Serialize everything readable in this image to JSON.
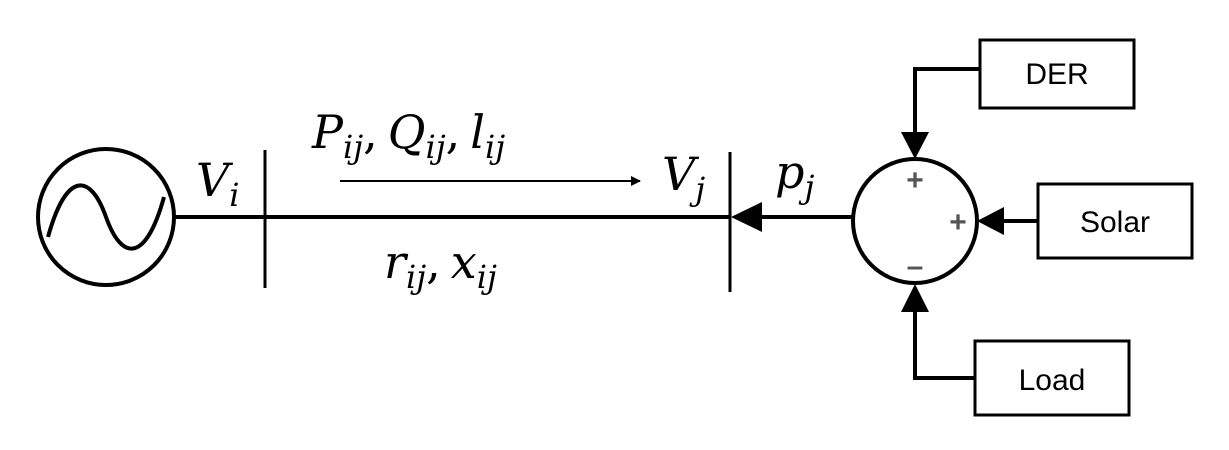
{
  "bus_i": {
    "voltage": {
      "base": "V",
      "sub": "i"
    }
  },
  "bus_j": {
    "voltage": {
      "base": "V",
      "sub": "j"
    }
  },
  "flow_label": {
    "p": {
      "base": "P",
      "sub": "ij"
    },
    "q": {
      "base": "Q",
      "sub": "ij"
    },
    "l": {
      "base": "l",
      "sub": "ij"
    },
    "sep": ","
  },
  "line_params": {
    "r": {
      "base": "r",
      "sub": "ij"
    },
    "x": {
      "base": "x",
      "sub": "ij"
    },
    "sep": ","
  },
  "injection": {
    "base": "p",
    "sub": "j"
  },
  "summer": {
    "sign_top": "+",
    "sign_right": "+",
    "sign_bottom": "–"
  },
  "boxes": {
    "der": "DER",
    "solar": "Solar",
    "load": "Load"
  }
}
